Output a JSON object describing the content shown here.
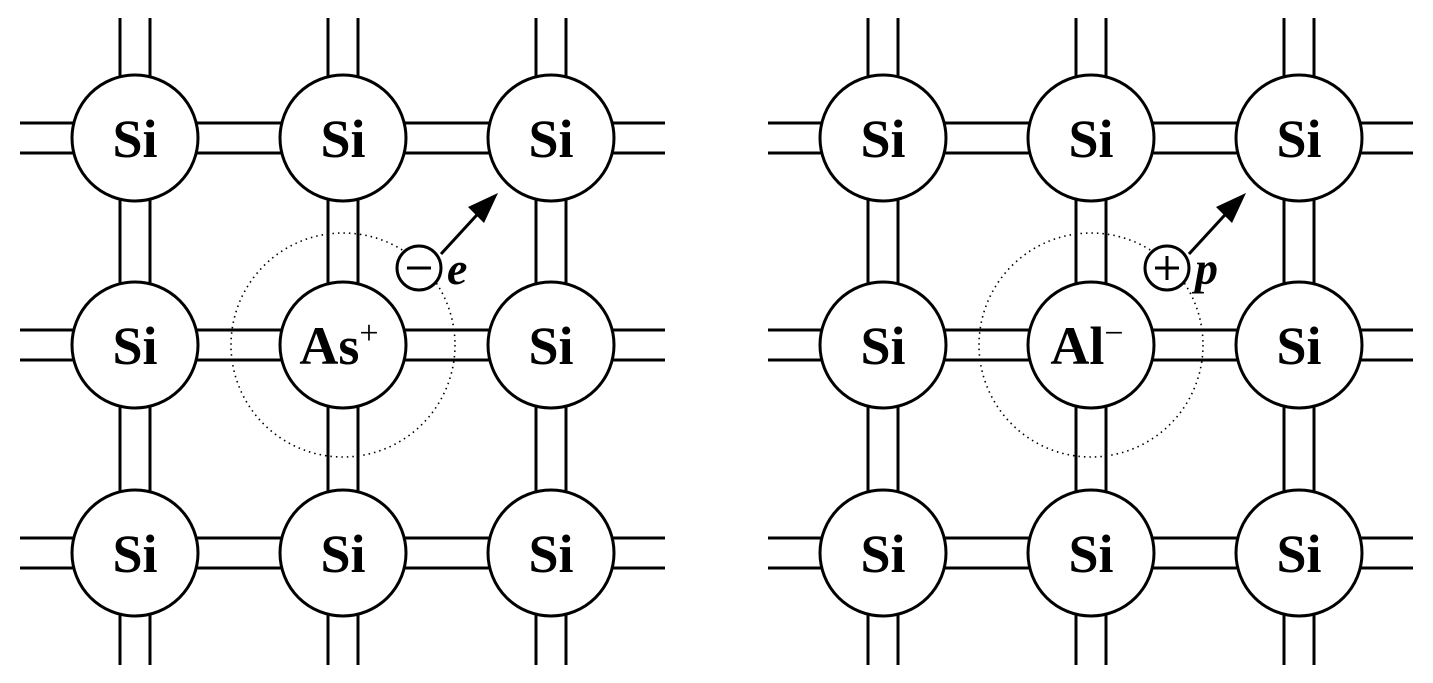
{
  "panels": [
    {
      "id": "n-type",
      "atoms": [
        [
          "Si",
          "Si",
          "Si"
        ],
        [
          "Si",
          "As",
          "Si"
        ],
        [
          "Si",
          "Si",
          "Si"
        ]
      ],
      "impurity": {
        "symbol": "As",
        "charge": "+"
      },
      "carrier": {
        "sign": "−",
        "label": "e"
      }
    },
    {
      "id": "p-type",
      "atoms": [
        [
          "Si",
          "Si",
          "Si"
        ],
        [
          "Si",
          "Al",
          "Si"
        ],
        [
          "Si",
          "Si",
          "Si"
        ]
      ],
      "impurity": {
        "symbol": "Al",
        "charge": "−"
      },
      "carrier": {
        "sign": "+",
        "label": "p"
      }
    }
  ],
  "colors": {
    "line": "#000000",
    "fill": "#ffffff"
  }
}
